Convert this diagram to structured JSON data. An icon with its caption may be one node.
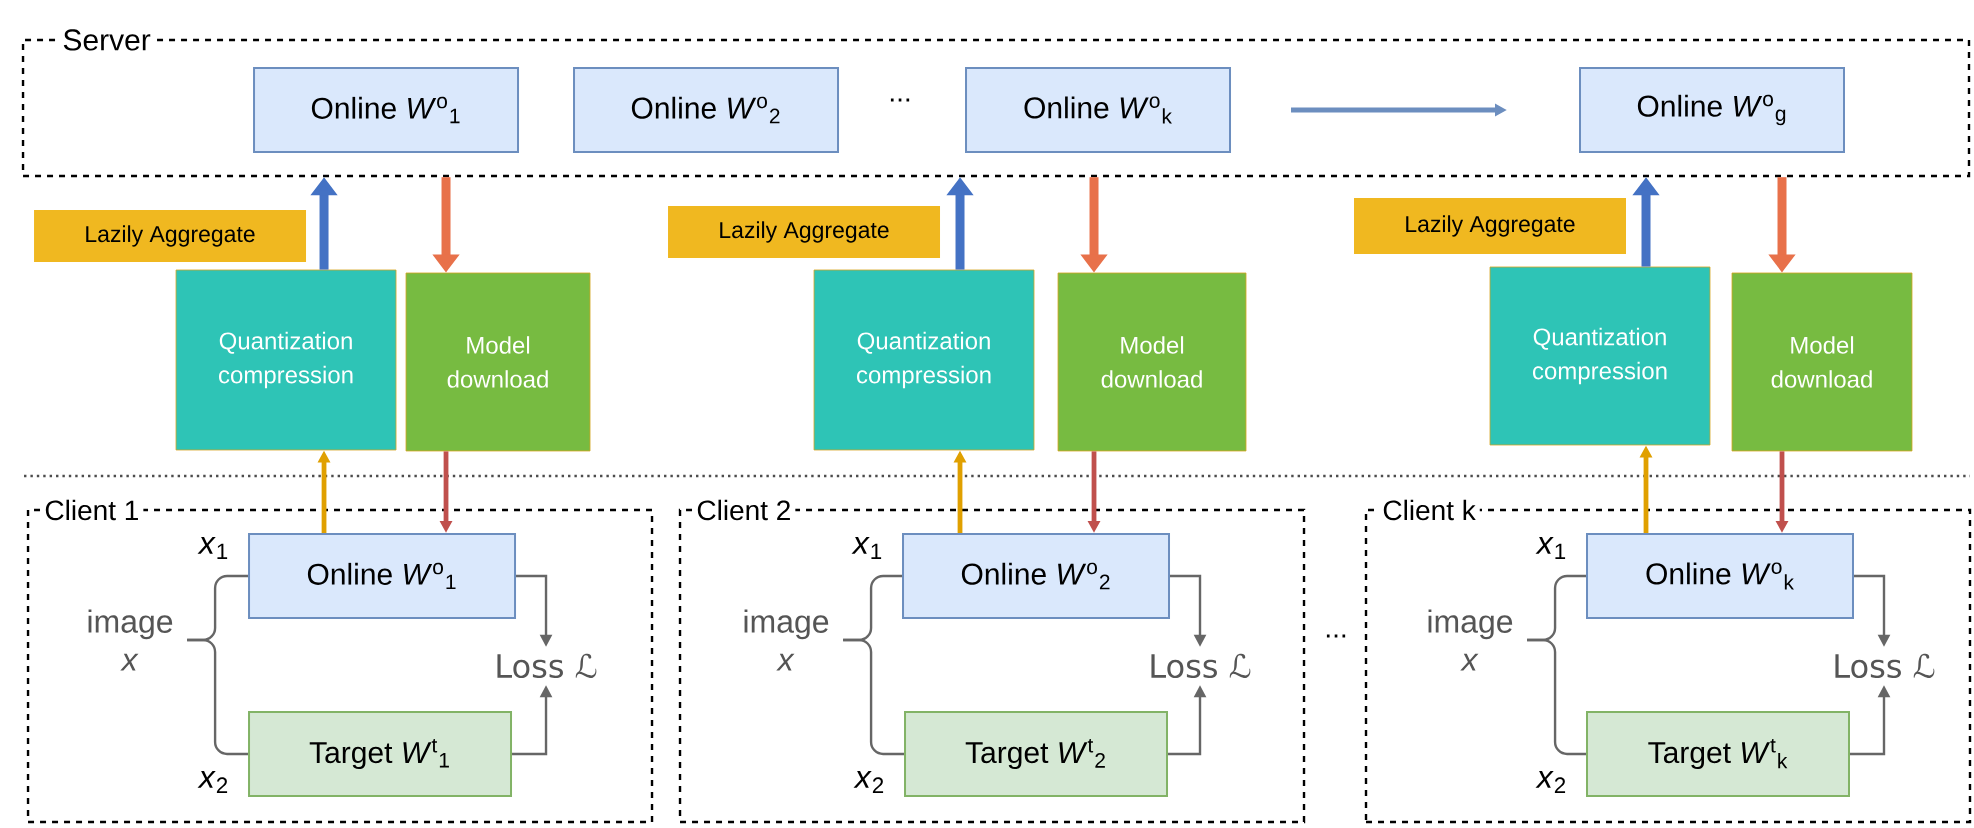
{
  "diagram": {
    "nodes": [
      {
        "text": [
          "Server"
        ]
      },
      {
        "text": [
          "Online *W*$^{o}$$_{1}$"
        ],
        "in": 0
      },
      {
        "text": [
          "Online *W*$^{o}$$_{2}$"
        ],
        "in": 0
      },
      {
        "text": [
          "Online *W*$^{o}$$_{k}$"
        ],
        "in": 0
      },
      {
        "text": [
          "Online *W*$^{o}$$_{g}$"
        ],
        "in": 0
      },
      {
        "text": [
          "Lazily Aggregate"
        ]
      },
      {
        "text": [
          "Quantization compression"
        ]
      },
      {
        "text": [
          "Model download"
        ]
      },
      {
        "text": [
          "Lazily Aggregate"
        ]
      },
      {
        "text": [
          "Quantization compression"
        ]
      },
      {
        "text": [
          "Model download"
        ]
      },
      {
        "text": [
          "Lazily Aggregate"
        ]
      },
      {
        "text": [
          "Quantization compression"
        ]
      },
      {
        "text": [
          "Model download"
        ]
      },
      {
        "text": [
          "Client 1"
        ]
      },
      {
        "text": [
          "image *x*"
        ],
        "in": 14
      },
      {
        "text": [
          "Online *W*$^{o}$$_{1}$"
        ],
        "in": 14
      },
      {
        "text": [
          "Target *W*$^{t}$$_{1}$"
        ],
        "in": 14
      },
      {
        "text": [
          "Loss ℒ"
        ],
        "in": 14
      },
      {
        "text": [
          "Client 2"
        ]
      },
      {
        "text": [
          "image *x*"
        ],
        "in": 19
      },
      {
        "text": [
          "Online *W*$^{o}$$_{2}$"
        ],
        "in": 19
      },
      {
        "text": [
          "Target *W*$^{t}$$_{2}$"
        ],
        "in": 19
      },
      {
        "text": [
          "Loss ℒ"
        ],
        "in": 19
      },
      {
        "text": [
          "Client k"
        ]
      },
      {
        "text": [
          "image *x*"
        ],
        "in": 24
      },
      {
        "text": [
          "Online *W*$^{o}$$_{k}$"
        ],
        "in": 24
      },
      {
        "text": [
          "Target *W*$^{t}$$_{k}$"
        ],
        "in": 24
      },
      {
        "text": [
          "Loss ℒ"
        ],
        "in": 24
      }
    ],
    "edges": [
      {
        "from": 3,
        "to": 4,
        "arrow": "to",
        "color": "#6c8ebf"
      },
      {
        "from": 6,
        "to": 0,
        "arrow": "to",
        "style": "thick",
        "color": "#4472c4"
      },
      {
        "from": 0,
        "to": 7,
        "arrow": "to",
        "style": "thick",
        "color": "#e8714a"
      },
      {
        "from": 9,
        "to": 0,
        "arrow": "to",
        "style": "thick",
        "color": "#4472c4"
      },
      {
        "from": 0,
        "to": 10,
        "arrow": "to",
        "style": "thick",
        "color": "#e8714a"
      },
      {
        "from": 12,
        "to": 0,
        "arrow": "to",
        "style": "thick",
        "color": "#4472c4"
      },
      {
        "from": 0,
        "to": 13,
        "arrow": "to",
        "style": "thick",
        "color": "#e8714a"
      },
      {
        "from": 16,
        "to": 6,
        "arrow": "to",
        "color": "#e0a000"
      },
      {
        "from": 7,
        "to": 16,
        "arrow": "to",
        "color": "#c0504d"
      },
      {
        "from": 21,
        "to": 9,
        "arrow": "to",
        "color": "#e0a000"
      },
      {
        "from": 10,
        "to": 21,
        "arrow": "to",
        "color": "#c0504d"
      },
      {
        "from": 26,
        "to": 12,
        "arrow": "to",
        "color": "#e0a000"
      },
      {
        "from": 13,
        "to": 26,
        "arrow": "to",
        "color": "#c0504d"
      },
      {
        "from": 15,
        "to": 16,
        "arrow": "none",
        "label": "*x*$_{1}$"
      },
      {
        "from": 15,
        "to": 17,
        "arrow": "none",
        "label": "*x*$_{2}$"
      },
      {
        "from": 16,
        "to": 18,
        "arrow": "to"
      },
      {
        "from": 17,
        "to": 18,
        "arrow": "to"
      },
      {
        "from": 20,
        "to": 21,
        "arrow": "none",
        "label": "*x*$_{1}$"
      },
      {
        "from": 20,
        "to": 22,
        "arrow": "none",
        "label": "*x*$_{2}$"
      },
      {
        "from": 21,
        "to": 23,
        "arrow": "to"
      },
      {
        "from": 22,
        "to": 23,
        "arrow": "to"
      },
      {
        "from": 25,
        "to": 26,
        "arrow": "none",
        "label": "*x*$_{1}$"
      },
      {
        "from": 25,
        "to": 27,
        "arrow": "none",
        "label": "*x*$_{2}$"
      },
      {
        "from": 26,
        "to": 28,
        "arrow": "to"
      },
      {
        "from": 27,
        "to": 28,
        "arrow": "to"
      }
    ],
    "labels": [
      "...",
      "..."
    ]
  }
}
